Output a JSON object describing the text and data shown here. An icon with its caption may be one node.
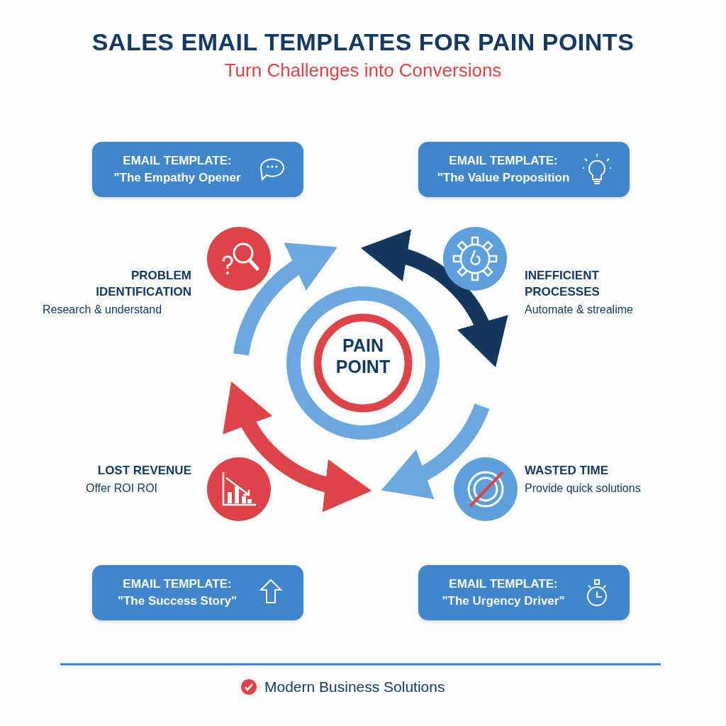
{
  "diagram": {
    "title": "SALES EMAIL TEMPLATES FOR PAIN POINTS",
    "nodes": [
      {
        "text": [
          "EMAIL TEMPLATE:",
          "\"The Empathy Opener"
        ]
      },
      {
        "text": [
          "EMAIL TEMPLATE:",
          "\"The Value Proposition"
        ]
      },
      {
        "text": [
          "PAIN POINT"
        ]
      },
      {
        "text": [
          "EMAIL TEMPLATE:",
          "\"The Success Story\""
        ]
      },
      {
        "text": [
          "EMAIL TEMPLATE:",
          "\"The Urgency Driver\""
        ]
      }
    ],
    "labels": [
      "Turn Challenges into Conversions",
      "PROBLEM IDENTIFICATION",
      "Research & understand",
      "INEFFICIENT PROCESSES",
      "Automate & strealime",
      "LOST REVENUE",
      "Offer ROI ROI",
      "WASTED TIME",
      "Provide quick solutions",
      "Modern Business Solutions"
    ]
  }
}
